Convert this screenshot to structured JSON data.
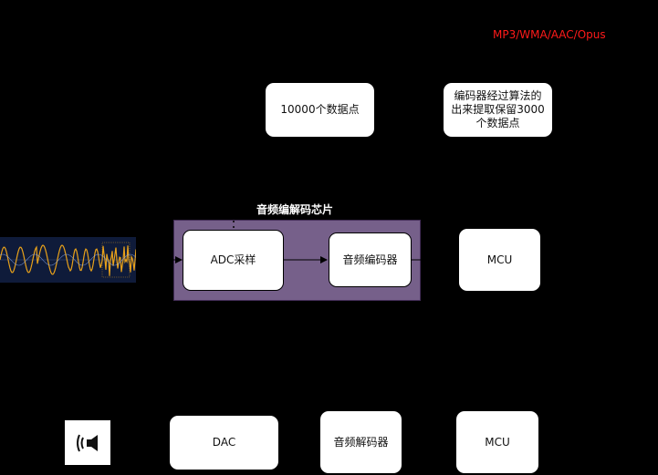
{
  "codec_formats_label": "MP3/WMA/AAC/Opus",
  "top_row": {
    "data_points_box": "10000个数据点",
    "encoder_output_box": "编码器经过算法的出来提取保留3000个数据点"
  },
  "encoding_chain": {
    "chip_title": "音频编解码芯片",
    "adc_box": "ADC采样",
    "encoder_box": "音频编码器",
    "mcu_box": "MCU"
  },
  "decoding_chain": {
    "dac_box": "DAC",
    "decoder_box": "音频解码器",
    "mcu_box": "MCU"
  },
  "waveform_icon": "audio-waveform-image",
  "speaker_icon": "speaker-icon",
  "colors": {
    "background": "#000000",
    "chip_fill": "#76608a",
    "chip_border": "#432d57",
    "box_fill": "#ffffff",
    "codec_label": "#ff1a1a",
    "waveform_line": "#e8a11a",
    "waveform_bg": "#0f1b3a"
  }
}
